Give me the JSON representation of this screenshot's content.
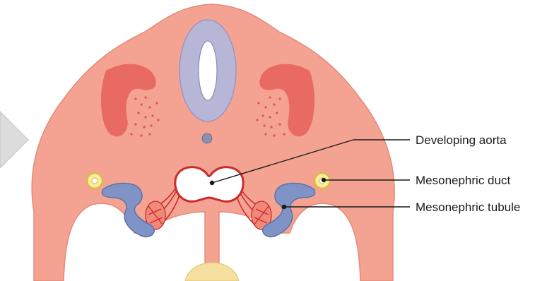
{
  "labels": {
    "aorta": "Developing aorta",
    "duct": "Mesonephric duct",
    "tubule": "Mesonephric tubule"
  },
  "colors": {
    "tissue": "#f4a393",
    "tissue_edge": "#e48a7a",
    "muscle": "#e86a63",
    "neural_tube": "#b8b6d6",
    "neural_tube_edge": "#9896c4",
    "tubule": "#7f93c6",
    "tubule_edge": "#5c71a8",
    "vessel": "#cc2a2a",
    "duct_ring": "#e9d86a",
    "arrow": "#dcdcdc"
  }
}
